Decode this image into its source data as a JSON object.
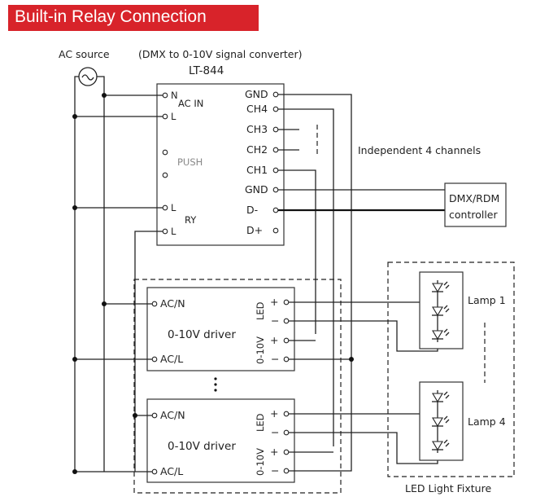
{
  "title": "Built-in Relay Connection",
  "ac_source_label": "AC source",
  "converter_desc": "(DMX to 0-10V signal converter)",
  "model": "LT-844",
  "device": {
    "left_pins": [
      "N",
      "L",
      "",
      "",
      "L",
      "L"
    ],
    "ac_in_label": "AC IN",
    "push_label": "PUSH",
    "ry_label": "RY",
    "right_pins": [
      "GND",
      "CH4",
      "CH3",
      "CH2",
      "CH1",
      "GND",
      "D-",
      "D+"
    ]
  },
  "independent_label": "Independent 4 channels",
  "controller": {
    "line1": "DMX/RDM",
    "line2": "controller"
  },
  "driver": {
    "label": "0-10V driver",
    "acn": "AC/N",
    "acl": "AC/L",
    "led_label": "LED",
    "signal_label": "0-10V",
    "plus": "+",
    "minus": "−"
  },
  "lamps": [
    "Lamp 1",
    "Lamp 4"
  ],
  "fixture_label": "LED Light Fixture",
  "colors": {
    "banner": "#d8232a",
    "line": "#222222"
  }
}
